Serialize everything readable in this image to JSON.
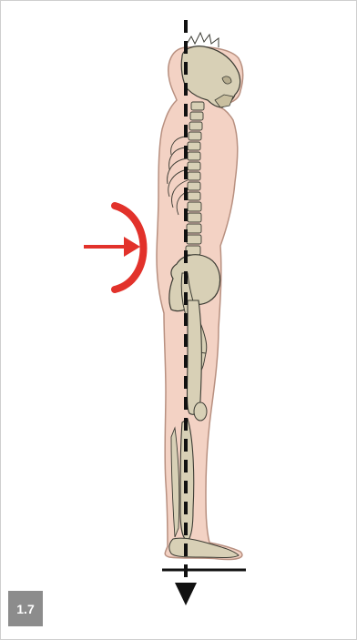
{
  "figure": {
    "number": "1.7",
    "colors": {
      "body_fill": "#f3d2c4",
      "body_outline": "#b89080",
      "bone_fill": "#d8d0b6",
      "bone_outline": "#3b3b33",
      "plumb_line": "#111111",
      "arrow": "#e2322b",
      "badge_bg": "#8c8c8c"
    },
    "elements": {
      "body": "human-figure-side-view",
      "skeleton": "skeleton-overlay",
      "plumb_line": "vertical-dashed-gravity-line",
      "force_arrow": "red-arrow-pointing-right",
      "force_arc": "red-curved-bracket",
      "ground": "ground-line"
    }
  }
}
